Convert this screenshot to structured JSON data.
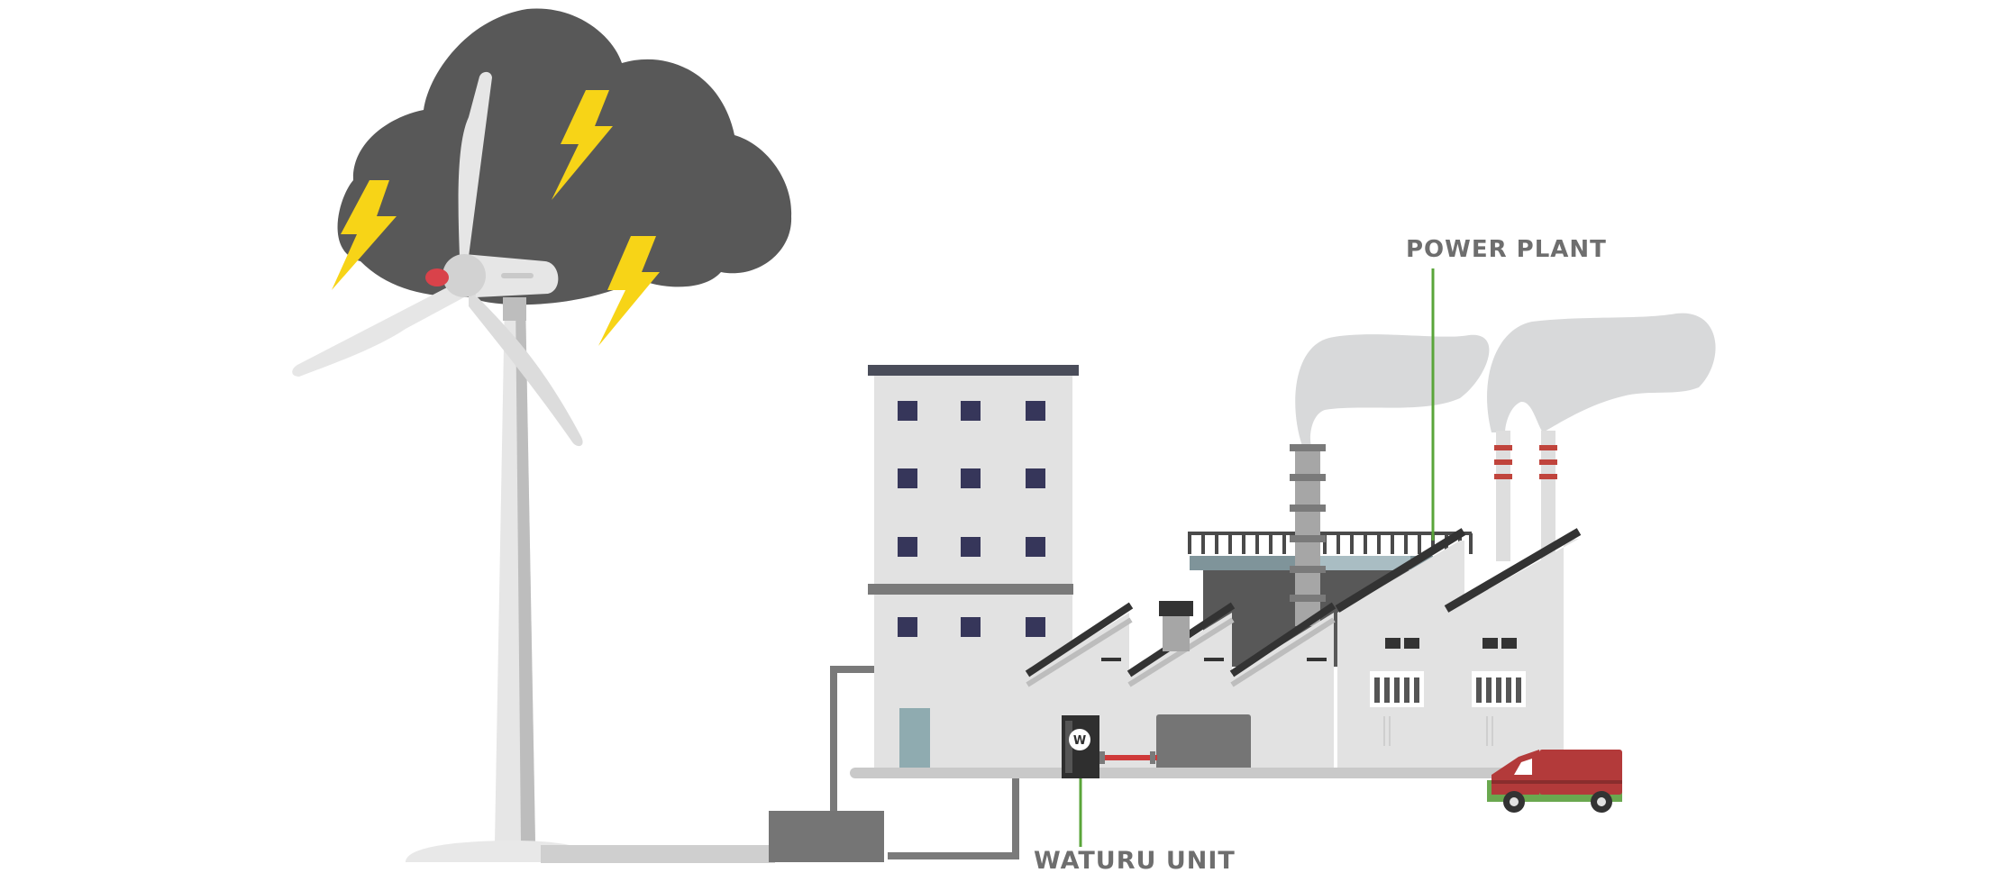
{
  "labels": {
    "power_plant": "POWER PLANT",
    "waturu_unit": "WATURU UNIT"
  },
  "meter": {
    "badge_letter": "W"
  },
  "colors": {
    "cloud": "#585858",
    "lightning": "#f7d417",
    "turbine_light": "#e6e6e6",
    "turbine_shade": "#bdbdbd",
    "hub_red": "#d9424a",
    "building": "#e2e2e2",
    "window": "#36365a",
    "pipe": "#7a7a7a",
    "smoke": "#d8d9da",
    "chimney_stripe": "#c0443c",
    "truck_body": "#b33a3a",
    "truck_base": "#6aa84f",
    "callout_line": "#5aa53a",
    "power_line": "#cf3a3a",
    "label_text": "#6e6e6e"
  }
}
